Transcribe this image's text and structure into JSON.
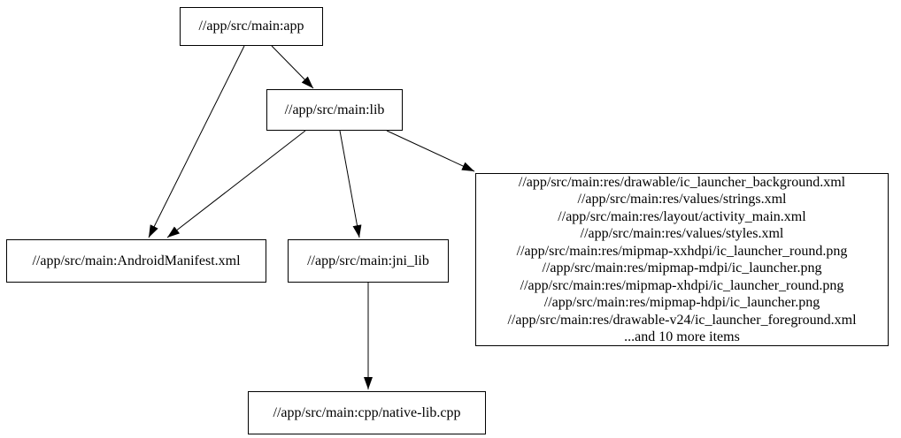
{
  "graph": {
    "background_color": "#ffffff",
    "stroke_color": "#000000",
    "text_color": "#000000",
    "nodes": {
      "app": {
        "label": "//app/src/main:app"
      },
      "lib": {
        "label": "//app/src/main:lib"
      },
      "manifest": {
        "label": "//app/src/main:AndroidManifest.xml"
      },
      "jni_lib": {
        "label": "//app/src/main:jni_lib"
      },
      "res_files": {
        "label_lines": [
          "//app/src/main:res/drawable/ic_launcher_background.xml",
          "//app/src/main:res/values/strings.xml",
          "//app/src/main:res/layout/activity_main.xml",
          "//app/src/main:res/values/styles.xml",
          "//app/src/main:res/mipmap-xxhdpi/ic_launcher_round.png",
          "//app/src/main:res/mipmap-mdpi/ic_launcher.png",
          "//app/src/main:res/mipmap-xhdpi/ic_launcher_round.png",
          "//app/src/main:res/mipmap-hdpi/ic_launcher.png",
          "//app/src/main:res/drawable-v24/ic_launcher_foreground.xml",
          "...and 10 more items"
        ]
      },
      "native_lib_cpp": {
        "label": "//app/src/main:cpp/native-lib.cpp"
      }
    },
    "edges": [
      {
        "from": "app",
        "to": "lib"
      },
      {
        "from": "app",
        "to": "manifest"
      },
      {
        "from": "lib",
        "to": "manifest"
      },
      {
        "from": "lib",
        "to": "jni_lib"
      },
      {
        "from": "lib",
        "to": "res_files"
      },
      {
        "from": "jni_lib",
        "to": "native_lib_cpp"
      }
    ]
  }
}
